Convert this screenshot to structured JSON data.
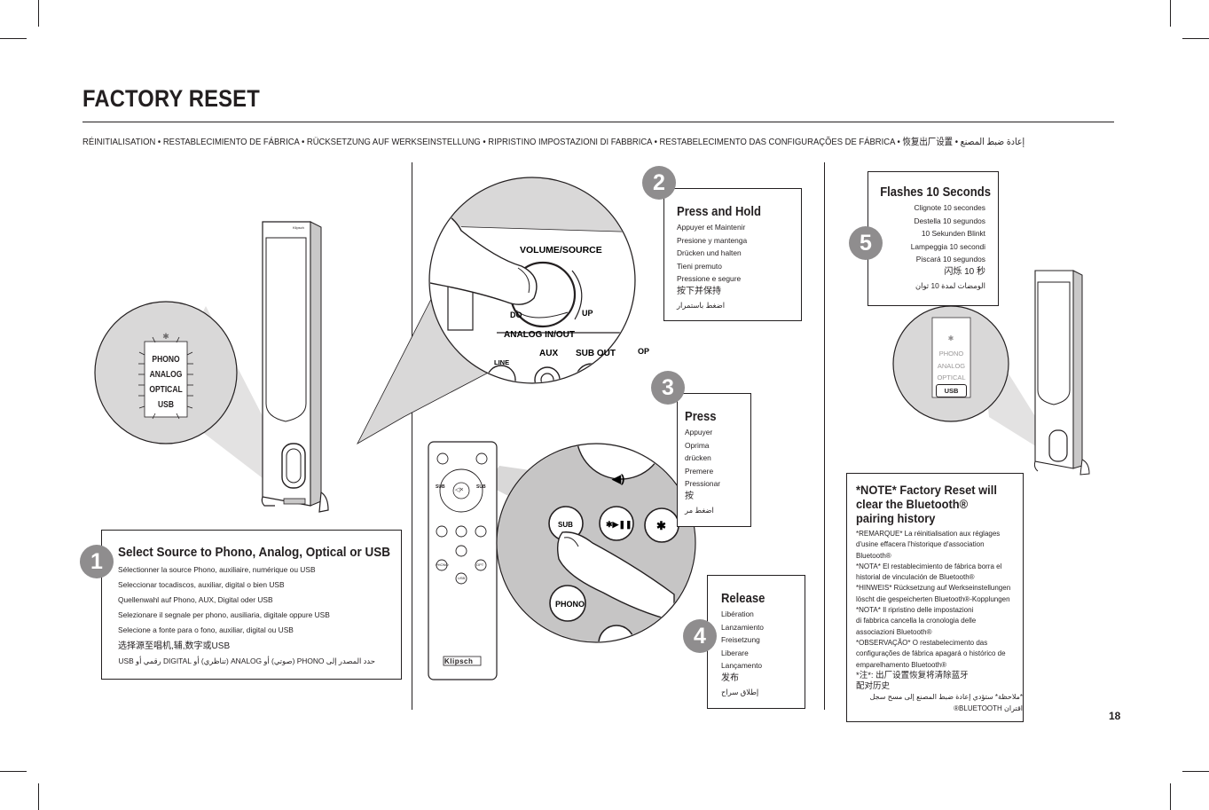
{
  "page": {
    "title": "FACTORY RESET",
    "subtitle": "RÉINITIALISATION  •  RESTABLECIMIENTO DE FÁBRICA  •  RÜCKSETZUNG AUF WERKSEINSTELLUNG  •  RIPRISTINO IMPOSTAZIONI DI FABBRICA  •  RESTABELECIMENTO DAS CONFIGURAÇÕES DE FÁBRICA  •  恢复出厂设置  •  إعادة ضبط المصنع",
    "page_number": "18"
  },
  "step1": {
    "number": "1",
    "heading": "Select Source to Phono, Analog, Optical or USB",
    "lines": [
      "Sélectionner la source Phono, auxiliaire, numérique ou USB",
      "Seleccionar tocadiscos, auxiliar, digital o bien USB",
      "Quellenwahl auf Phono, AUX, Digital oder USB",
      "Selezionare il segnale per phono, ausiliaria, digitale oppure USB",
      "Selecione a fonte para o fono, auxiliar, digital ou USB",
      "选择源至唱机,辅,数字或USB",
      "حدد المصدر إلى PHONO (صوتي) أو ANALOG (تناظري) أو DIGITAL رقمي أو USB"
    ],
    "inset_labels": [
      "PHONO",
      "ANALOG",
      "OPTICAL",
      "USB"
    ]
  },
  "step2": {
    "number": "2",
    "heading": "Press and Hold",
    "lines": [
      "Appuyer et Maintenir",
      "Presione y mantenga",
      "Drücken und halten",
      "Tieni premuto",
      "Pressione e segure",
      "按下并保持",
      "اضغط باستمرار"
    ],
    "panel_labels": {
      "volume": "VOLUME/SOURCE",
      "down": "DO",
      "up": "UP",
      "analog": "ANALOG IN/OUT",
      "line": "LINE",
      "aux": "AUX",
      "subout": "SUB OUT",
      "opt": "OP"
    }
  },
  "step3": {
    "number": "3",
    "heading": "Press",
    "lines": [
      "Appuyer",
      "Oprima",
      "drücken",
      "Premere",
      "Pressionar",
      "按",
      "اضغط مر"
    ],
    "remote_labels": {
      "sub": "SUB",
      "phono": "PHONO",
      "brand": "Klipsch",
      "mute": "◁×",
      "usb": "USB",
      "opt": "OPT"
    }
  },
  "step4": {
    "number": "4",
    "heading": "Release",
    "lines": [
      "Libération",
      "Lanzamiento",
      "Freisetzung",
      "Liberare",
      "Lançamento",
      "发布",
      "إطلاق سراح"
    ]
  },
  "step5": {
    "number": "5",
    "heading": "Flashes 10 Seconds",
    "lines": [
      "Clignote 10 secondes",
      "Destella 10 segundos",
      "10 Sekunden Blinkt",
      "Lampeggia 10 secondi",
      "Piscará 10 segundos",
      "闪烁 10 秒",
      "الومضات لمدة 10 ثوان"
    ],
    "inset_labels": [
      "PHONO",
      "ANALOG",
      "OPTICAL",
      "USB"
    ]
  },
  "note": {
    "heading_lines": [
      "*NOTE* Factory Reset will",
      "clear the Bluetooth®",
      "pairing history"
    ],
    "lines": [
      "*REMARQUE* La réinitialisation aux réglages",
      "d'usine effacera l'historique d'association",
      "Bluetooth®",
      "*NOTA* El restablecimiento de fábrica borra el",
      "historial de vinculación de Bluetooth®",
      "*HINWEIS* Rücksetzung auf Werkseinstellungen",
      "löscht die gespeicherten Bluetooth®-Kopplungen",
      "*NOTA* Il ripristino delle impostazioni",
      "di fabbrica cancella la cronologia delle",
      "associazioni Bluetooth®",
      "*OBSERVAÇÃO* O restabelecimento das",
      "configurações de fábrica apagará o histórico de",
      "emparelhamento Bluetooth®",
      "*注*:   出厂设置恢复将清除蓝牙",
      "配对历史",
      "*ملاحظة* ستؤدي إعادة ضبط المصنع إلى مسح سجل",
      "اقتران BLUETOOTH®"
    ]
  },
  "colors": {
    "ink": "#231f20",
    "badge": "#8f8d8e",
    "shade": "#d9d8d8",
    "speaker": "#c9c8c8"
  }
}
